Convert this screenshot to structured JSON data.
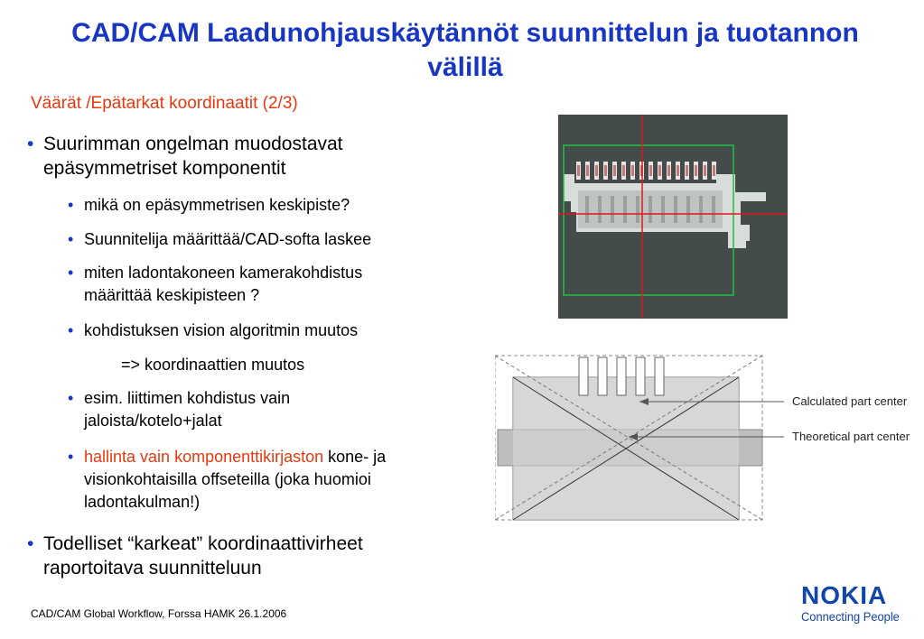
{
  "slide": {
    "title": "CAD/CAM Laadunohjauskäytännöt suunnittelun ja tuotannon välillä",
    "subtitle": "Väärät /Epätarkat koordinaatit (2/3)"
  },
  "bullets": {
    "b1_line1": "Suurimman ongelman muodostavat",
    "b1_line2": "epäsymmetriset komponentit",
    "s1": "mikä on epäsymmetrisen keskipiste?",
    "s2": "Suunnitelija määrittää/CAD-softa laskee",
    "s3_line1": "miten ladontakoneen kamerakohdistus",
    "s3_line2": "määrittää keskipisteen ?",
    "s4": "kohdistuksen vision algoritmin muutos",
    "s4_cont": "=> koordinaattien muutos",
    "s5_line1": "esim. liittimen kohdistus vain",
    "s5_line2": "jaloista/kotelo+jalat",
    "s6_red": "hallinta vain komponenttikirjaston",
    "s6_rest": " kone- ja",
    "s6_line2": "visionkohtaisilla offseteilla (joka huomioi",
    "s6_line3": "ladontakulman!)",
    "b2_line1": "Todelliset “karkeat” koordinaattivirheet",
    "b2_line2": "raportoitava suunnitteluun",
    "bullet_char": "•"
  },
  "diagram": {
    "calculated_label": "Calculated part center",
    "theoretical_label": "Theoretical part center"
  },
  "footer": {
    "text": "CAD/CAM Global Workflow, Forssa HAMK 26.1.2006"
  },
  "logo": {
    "word": "NOKIA",
    "tagline": "Connecting People"
  },
  "colors": {
    "title": "#1836c4",
    "accent_red": "#e8380d",
    "nokia_blue": "#1245a8"
  }
}
